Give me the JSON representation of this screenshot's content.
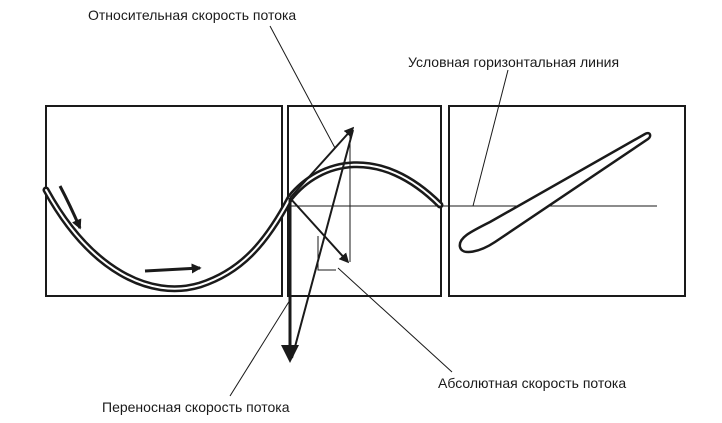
{
  "labels": {
    "relative_velocity": "Относительная скорость потока",
    "horizontal_line": "Условная горизонтальная линия",
    "absolute_velocity": "Абсолютная скорость потока",
    "transport_velocity": "Переносная скорость потока"
  }
}
